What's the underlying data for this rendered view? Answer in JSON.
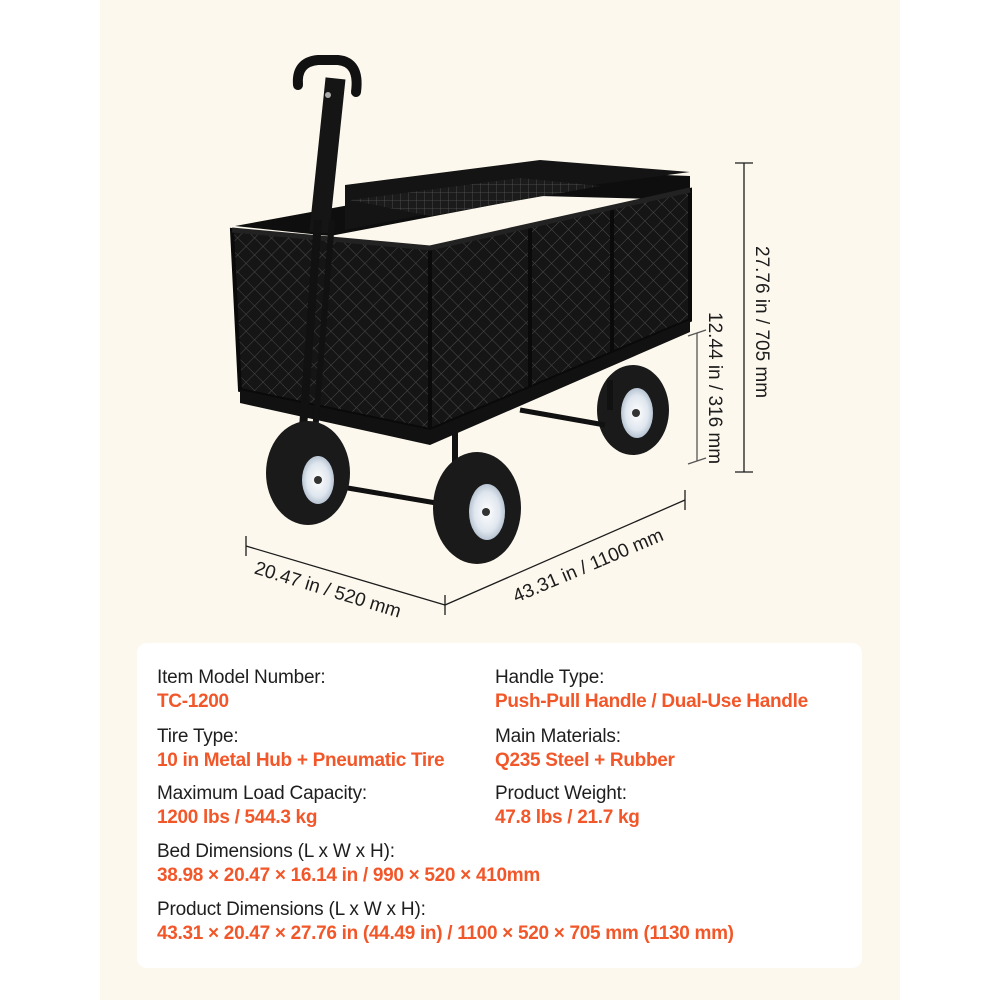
{
  "colors": {
    "background": "#ffffff",
    "panel": "#fdf8ee",
    "card": "#ffffff",
    "label_text": "#1e1e1e",
    "accent": "#f2572a",
    "dimension_line": "#1c1c1c"
  },
  "product_image": {
    "subject": "Black steel mesh garden utility cart with removable liner, push-pull handle and four pneumatic tires"
  },
  "dimensions": {
    "overall_height": "27.76 in / 705 mm",
    "bed_height": "12.44 in / 316 mm",
    "width": "20.47 in / 520 mm",
    "length": "43.31 in / 1100 mm"
  },
  "specs": {
    "model": {
      "label": "Item Model Number:",
      "value": "TC-1200"
    },
    "handle": {
      "label": "Handle Type:",
      "value": "Push-Pull Handle / Dual-Use Handle"
    },
    "tire": {
      "label": "Tire Type:",
      "value": "10 in Metal Hub + Pneumatic Tire"
    },
    "materials": {
      "label": "Main Materials:",
      "value": "Q235 Steel + Rubber"
    },
    "load": {
      "label": "Maximum Load Capacity:",
      "value": "1200 lbs / 544.3 kg"
    },
    "weight": {
      "label": "Product Weight:",
      "value": "47.8 lbs / 21.7 kg"
    },
    "bed_dimensions": {
      "label": "Bed Dimensions (L x W x H):",
      "value": "38.98 × 20.47 × 16.14 in / 990 × 520 × 410mm"
    },
    "product_dimensions": {
      "label": "Product Dimensions (L x W x H):",
      "value": "43.31 × 20.47 × 27.76 in (44.49 in) / 1100 × 520 × 705 mm (1130 mm)"
    }
  }
}
